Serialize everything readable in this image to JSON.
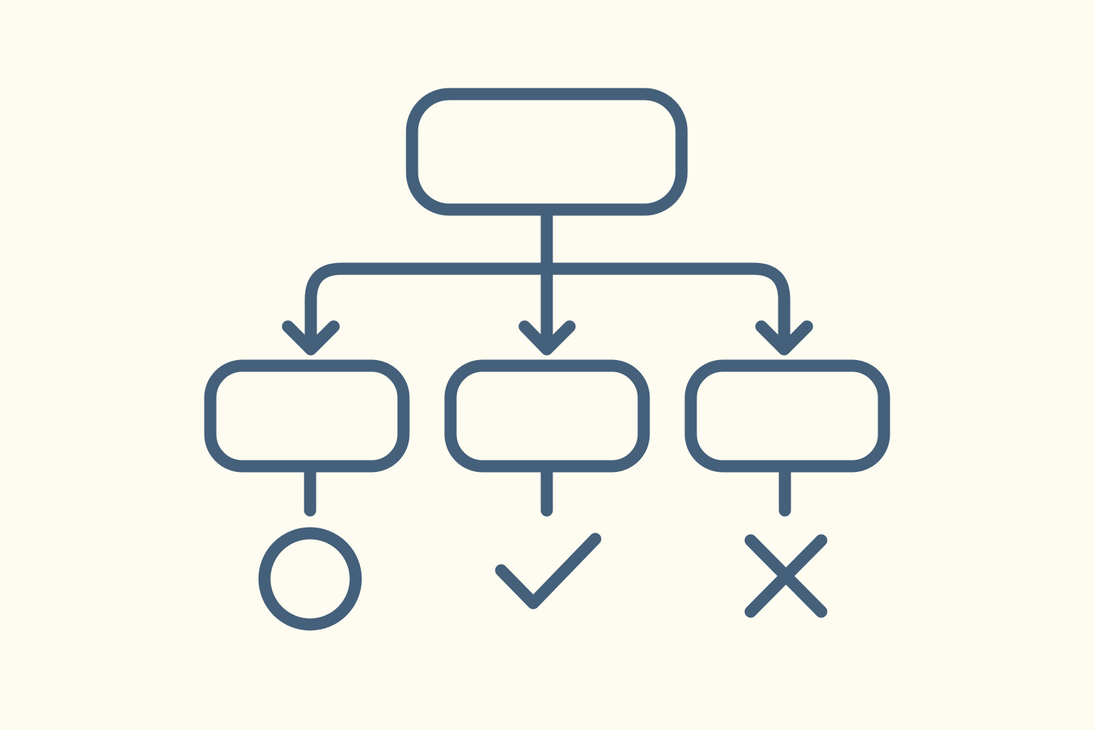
{
  "colors": {
    "background": "#FEFBF1",
    "stroke": "#44607A",
    "root_fill": "#C6E4F0",
    "left_fill": "#FDD189",
    "center_fill": "#C5EBCB",
    "right_fill": "#FBD0BD",
    "circle_fill": "#FDD189"
  },
  "nodes": [
    {
      "id": "root",
      "shape": "rounded-rectangle",
      "color_key": "root_fill"
    },
    {
      "id": "left",
      "shape": "rounded-rectangle",
      "color_key": "left_fill"
    },
    {
      "id": "center",
      "shape": "rounded-rectangle",
      "color_key": "center_fill"
    },
    {
      "id": "right",
      "shape": "rounded-rectangle",
      "color_key": "right_fill"
    }
  ],
  "outcomes": [
    {
      "parent": "left",
      "icon": "circle-icon"
    },
    {
      "parent": "center",
      "icon": "checkmark-icon"
    },
    {
      "parent": "right",
      "icon": "x-mark-icon"
    }
  ],
  "edges": [
    {
      "from": "root",
      "to": "left",
      "arrow": true
    },
    {
      "from": "root",
      "to": "center",
      "arrow": true
    },
    {
      "from": "root",
      "to": "right",
      "arrow": true
    },
    {
      "from": "left",
      "to": "circle-icon",
      "arrow": false
    },
    {
      "from": "center",
      "to": "checkmark-icon",
      "arrow": false
    },
    {
      "from": "right",
      "to": "x-mark-icon",
      "arrow": false
    }
  ]
}
